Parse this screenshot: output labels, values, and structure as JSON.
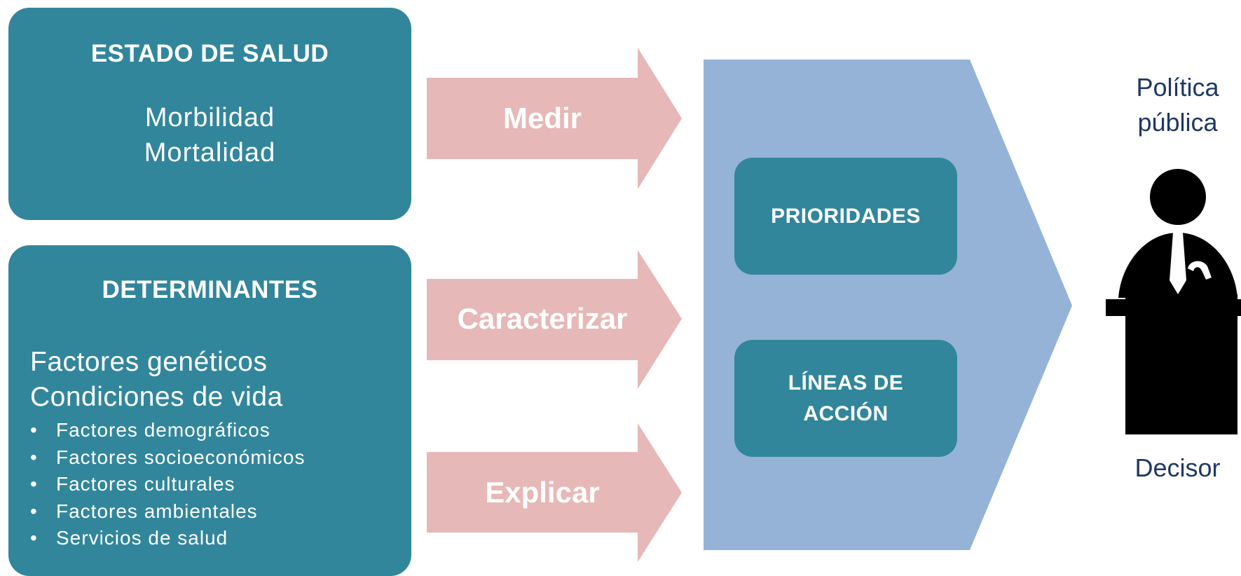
{
  "estado": {
    "title": "ESTADO DE SALUD",
    "lines": [
      "Morbilidad",
      "Mortalidad"
    ]
  },
  "determinantes": {
    "title": "DETERMINANTES",
    "main": [
      "Factores genéticos",
      "Condiciones de vida"
    ],
    "bullets": [
      "Factores demográficos",
      "Factores socioeconómicos",
      "Factores culturales",
      "Factores ambientales",
      "Servicios de salud"
    ]
  },
  "arrows": {
    "medir": "Medir",
    "caracterizar": "Caracterizar",
    "explicar": "Explicar"
  },
  "center": {
    "prioridades": "PRIORIDADES",
    "lineas_line1": "LÍNEAS DE",
    "lineas_line2": "ACCIÓN"
  },
  "decisor": {
    "top_line1": "Política",
    "top_line2": "pública",
    "label": "Decisor"
  },
  "colors": {
    "box": "#32869b",
    "arrow": "#e6b8b7",
    "chevron": "#95b3d7",
    "text_dark": "#1f3864"
  }
}
